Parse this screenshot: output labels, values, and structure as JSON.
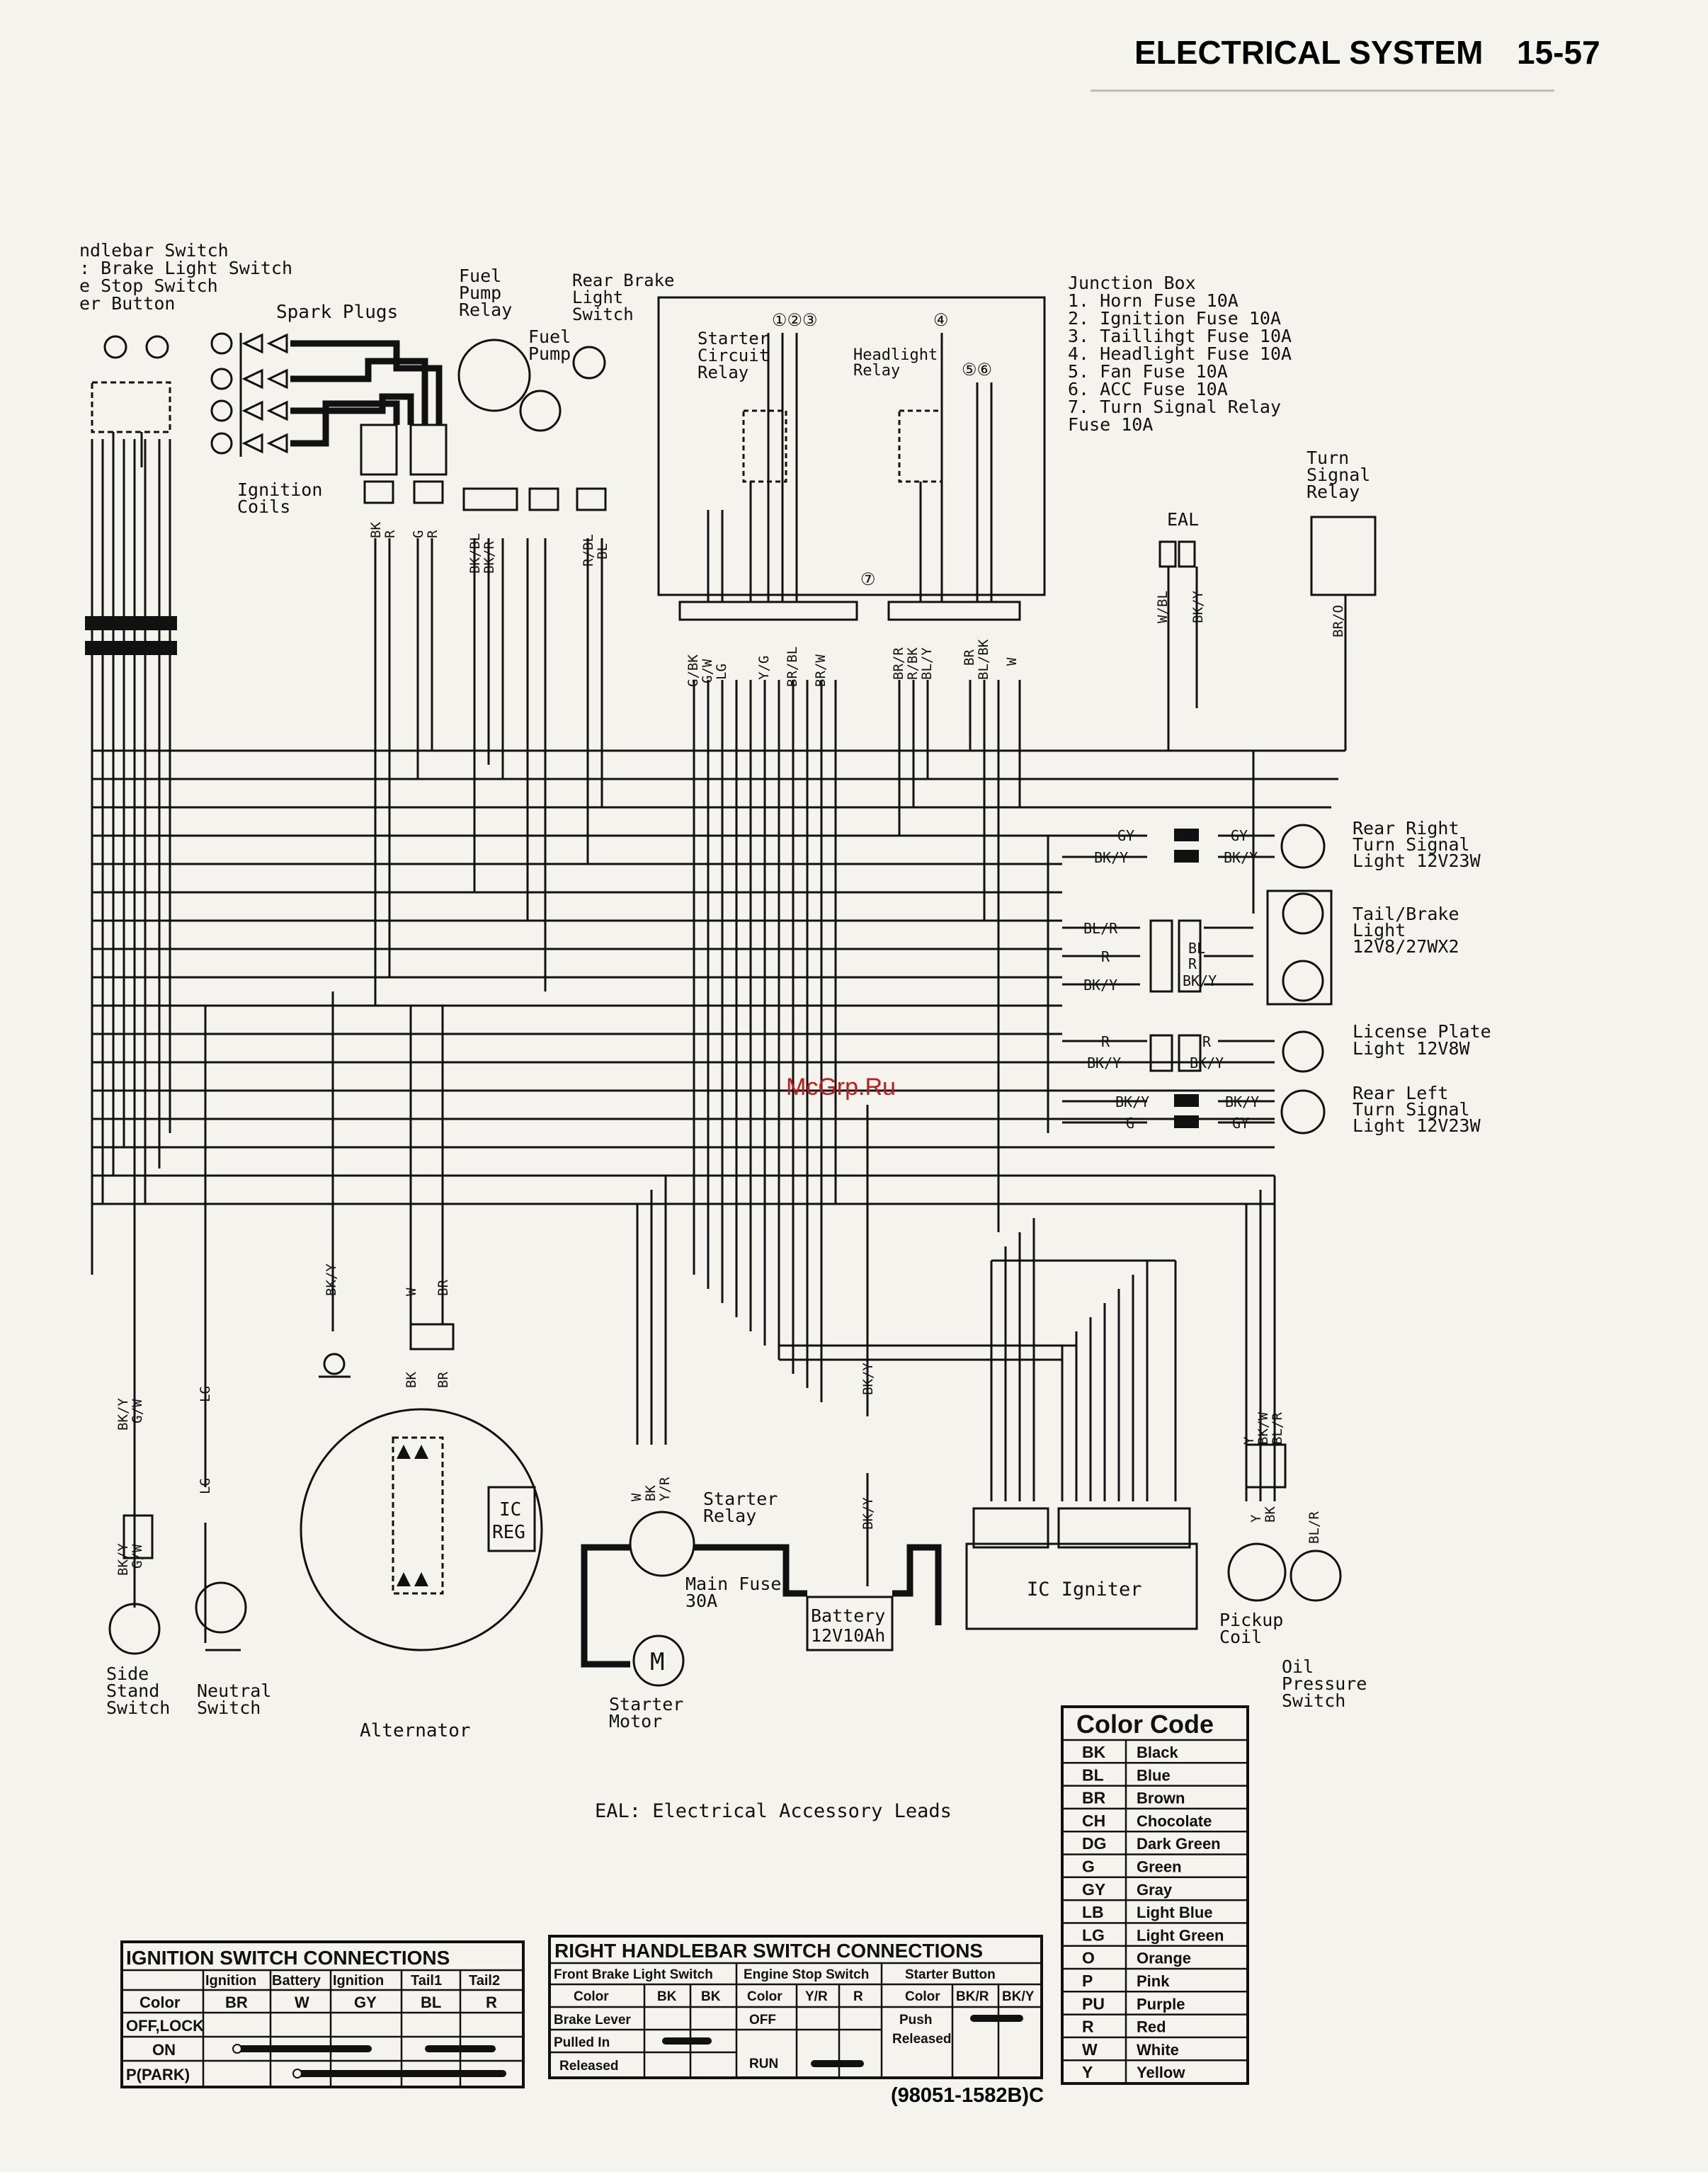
{
  "header": {
    "title": "ELECTRICAL SYSTEM",
    "page": "15-57"
  },
  "labels": {
    "handlebar_1": "ndlebar Switch",
    "handlebar_2": ": Brake Light Switch",
    "handlebar_3": "e Stop Switch",
    "handlebar_4": "er Button",
    "spark_plugs": "Spark Plugs",
    "ignition_coils_1": "Ignition",
    "ignition_coils_2": "Coils",
    "fuel_pump_relay_1": "Fuel",
    "fuel_pump_relay_2": "Pump",
    "fuel_pump_relay_3": "Relay",
    "fuel_pump_1": "Fuel",
    "fuel_pump_2": "Pump",
    "rear_brake_1": "Rear Brake",
    "rear_brake_2": "Light",
    "rear_brake_3": "Switch",
    "starter_circuit_1": "Starter",
    "starter_circuit_2": "Circuit",
    "starter_circuit_3": "Relay",
    "headlight_relay_1": "Headlight",
    "headlight_relay_2": "Relay",
    "eal": "EAL",
    "turn_signal_relay_1": "Turn",
    "turn_signal_relay_2": "Signal",
    "turn_signal_relay_3": "Relay",
    "rear_right_1": "Rear Right",
    "rear_right_2": "Turn Signal",
    "rear_right_3": "Light 12V23W",
    "tail_brake_1": "Tail/Brake",
    "tail_brake_2": "Light",
    "tail_brake_3": "12V8/27WX2",
    "license_1": "License Plate",
    "license_2": "Light 12V8W",
    "rear_left_1": "Rear Left",
    "rear_left_2": "Turn Signal",
    "rear_left_3": "Light 12V23W",
    "side_stand_1": "Side",
    "side_stand_2": "Stand",
    "side_stand_3": "Switch",
    "neutral_1": "Neutral",
    "neutral_2": "Switch",
    "alternator": "Alternator",
    "ic_reg_1": "IC",
    "ic_reg_2": "REG",
    "starter_relay_1": "Starter",
    "starter_relay_2": "Relay",
    "main_fuse_1": "Main Fuse",
    "main_fuse_2": "30A",
    "battery_1": "Battery",
    "battery_2": "12V10Ah",
    "starter_motor_1": "Starter",
    "starter_motor_2": "Motor",
    "ic_igniter": "IC Igniter",
    "pickup_1": "Pickup",
    "pickup_2": "Coil",
    "oil_1": "Oil",
    "oil_2": "Pressure",
    "oil_3": "Switch",
    "eal_note": "EAL: Electrical Accessory Leads",
    "watermark": "McGrp.Ru",
    "figure_code": "(98051-1582B)C"
  },
  "junction_box": {
    "title": "Junction Box",
    "items": [
      "1.  Horn Fuse 10A",
      "2.  Ignition Fuse 10A",
      "3.  Taillihgt Fuse 10A",
      "4.  Headlight Fuse 10A",
      "5.  Fan Fuse 10A",
      "6.  ACC Fuse 10A",
      "7.  Turn Signal Relay",
      "    Fuse 10A"
    ]
  },
  "color_code": {
    "title": "Color Code",
    "rows": [
      [
        "BK",
        "Black"
      ],
      [
        "BL",
        "Blue"
      ],
      [
        "BR",
        "Brown"
      ],
      [
        "CH",
        "Chocolate"
      ],
      [
        "DG",
        "Dark Green"
      ],
      [
        "G",
        "Green"
      ],
      [
        "GY",
        "Gray"
      ],
      [
        "LB",
        "Light Blue"
      ],
      [
        "LG",
        "Light Green"
      ],
      [
        "O",
        "Orange"
      ],
      [
        "P",
        "Pink"
      ],
      [
        "PU",
        "Purple"
      ],
      [
        "R",
        "Red"
      ],
      [
        "W",
        "White"
      ],
      [
        "Y",
        "Yellow"
      ]
    ]
  },
  "ignition_table": {
    "title": "IGNITION SWITCH CONNECTIONS",
    "cols": [
      "",
      "Ignition",
      "Battery",
      "Ignition",
      "Tail1",
      "Tail2"
    ],
    "color_row": [
      "Color",
      "BR",
      "W",
      "GY",
      "BL",
      "R"
    ],
    "rows": [
      "OFF,LOCK",
      "ON",
      "P(PARK)"
    ]
  },
  "handlebar_table": {
    "title": "RIGHT HANDLEBAR SWITCH CONNECTIONS",
    "groups": [
      "Front Brake Light Switch",
      "Engine Stop Switch",
      "Starter Button"
    ],
    "brake": {
      "color": "Color",
      "c1": "BK",
      "c2": "BK",
      "r1": "Brake Lever",
      "r2": "Pulled In",
      "r3": "Released"
    },
    "stop": {
      "color": "Color",
      "c1": "Y/R",
      "c2": "R",
      "r1": "OFF",
      "r2": "RUN"
    },
    "starter": {
      "color": "Color",
      "c1": "BK/R",
      "c2": "BK/Y",
      "r1": "Push",
      "r2": "Released"
    }
  },
  "wire_labels": {
    "gy": "GY",
    "bky": "BK/Y",
    "blr": "BL/R",
    "r": "R",
    "bl": "BL",
    "g": "G",
    "bk": "BK",
    "w": "W",
    "br": "BR",
    "lg": "LG",
    "gw": "G/W",
    "yr": "Y/R",
    "bkw": "BK/W",
    "y": "Y",
    "wbl": "W/BL",
    "bro": "BR/O",
    "bkr": "BK/R",
    "rbl": "R/BL",
    "bkbl": "BK/BL",
    "brbl": "BR/BL",
    "bro2": "BR/R",
    "blbk": "BL/BK",
    "bly": "BL/Y",
    "gbk": "G/BK",
    "brw": "BR/W",
    "lgy": "Y/G",
    "rbk": "R/BK",
    "bly2": "BL/Y"
  }
}
